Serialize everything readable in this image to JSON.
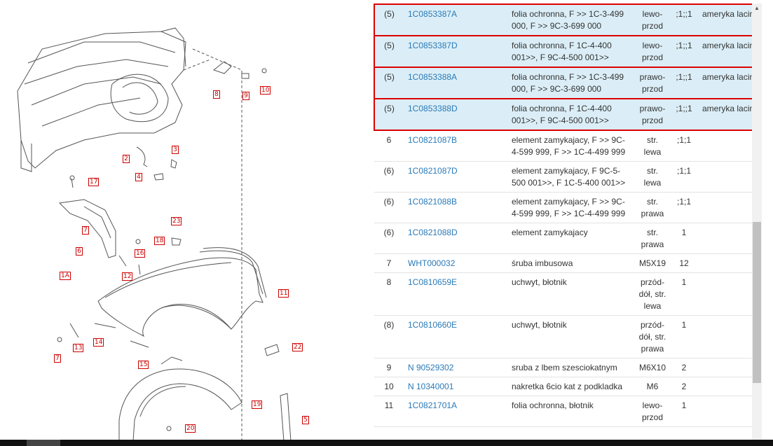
{
  "callouts": [
    {
      "label": "8"
    },
    {
      "label": "9"
    },
    {
      "label": "10"
    },
    {
      "label": "2"
    },
    {
      "label": "3"
    },
    {
      "label": "4"
    },
    {
      "label": "17"
    },
    {
      "label": "7"
    },
    {
      "label": "18"
    },
    {
      "label": "23"
    },
    {
      "label": "6"
    },
    {
      "label": "16"
    },
    {
      "label": "1A"
    },
    {
      "label": "12"
    },
    {
      "label": "11"
    },
    {
      "label": "14"
    },
    {
      "label": "13"
    },
    {
      "label": "22"
    },
    {
      "label": "7"
    },
    {
      "label": "15"
    },
    {
      "label": "19"
    },
    {
      "label": "20"
    },
    {
      "label": "5"
    }
  ],
  "parts": [
    {
      "pos": "(5)",
      "number": "1C0853387A",
      "desc": "folia ochronna, F >> 1C-3-499 000, F >> 9C-3-699 000",
      "side": "lewo-przod",
      "qty": ";1;;1",
      "note": "ameryka lacinska",
      "highlight": true
    },
    {
      "pos": "(5)",
      "number": "1C0853387D",
      "desc": "folia ochronna, F 1C-4-400 001>>, F 9C-4-500 001>>",
      "side": "lewo-przod",
      "qty": ";1;;1",
      "note": "ameryka lacinska",
      "highlight": true
    },
    {
      "pos": "(5)",
      "number": "1C0853388A",
      "desc": "folia ochronna, F >> 1C-3-499 000, F >> 9C-3-699 000",
      "side": "prawo-przod",
      "qty": ";1;;1",
      "note": "ameryka lacinska",
      "highlight": true
    },
    {
      "pos": "(5)",
      "number": "1C0853388D",
      "desc": "folia ochronna, F 1C-4-400 001>>, F 9C-4-500 001>>",
      "side": "prawo-przod",
      "qty": ";1;;1",
      "note": "ameryka lacinska",
      "highlight": true
    },
    {
      "pos": "6",
      "number": "1C0821087B",
      "desc": "element zamykajacy, F >> 9C-4-599 999, F >> 1C-4-499 999",
      "side": "str. lewa",
      "qty": ";1;1",
      "note": "",
      "highlight": false
    },
    {
      "pos": "(6)",
      "number": "1C0821087D",
      "desc": "element zamykajacy, F 9C-5-500 001>>, F 1C-5-400 001>>",
      "side": "str. lewa",
      "qty": ";1;1",
      "note": "",
      "highlight": false
    },
    {
      "pos": "(6)",
      "number": "1C0821088B",
      "desc": "element zamykajacy, F >> 9C-4-599 999, F >> 1C-4-499 999",
      "side": "str. prawa",
      "qty": ";1;1",
      "note": "",
      "highlight": false
    },
    {
      "pos": "(6)",
      "number": "1C0821088D",
      "desc": "element zamykajacy",
      "side": "str. prawa",
      "qty": "1",
      "note": "",
      "highlight": false
    },
    {
      "pos": "7",
      "number": "WHT000032",
      "desc": "śruba imbusowa",
      "side": "M5X19",
      "qty": "12",
      "note": "",
      "highlight": false
    },
    {
      "pos": "8",
      "number": "1C0810659E",
      "desc": "uchwyt, błotnik",
      "side": "przód-dół, str. lewa",
      "qty": "1",
      "note": "",
      "highlight": false
    },
    {
      "pos": "(8)",
      "number": "1C0810660E",
      "desc": "uchwyt, błotnik",
      "side": "przód-dół, str. prawa",
      "qty": "1",
      "note": "",
      "highlight": false
    },
    {
      "pos": "9",
      "number": "N 90529302",
      "desc": "sruba z lbem szesciokatnym",
      "side": "M6X10",
      "qty": "2",
      "note": "",
      "highlight": false
    },
    {
      "pos": "10",
      "number": "N 10340001",
      "desc": "nakretka 6cio kat z podkladka",
      "side": "M6",
      "qty": "2",
      "note": "",
      "highlight": false
    },
    {
      "pos": "11",
      "number": "1C0821701A",
      "desc": "folia ochronna, błotnik",
      "side": "lewo-przod",
      "qty": "1",
      "note": "",
      "highlight": false
    }
  ],
  "colors": {
    "link": "#2a7ab8",
    "highlight_bg": "#dbeef7",
    "highlight_border": "#dd0000",
    "callout": "#cc0000"
  }
}
